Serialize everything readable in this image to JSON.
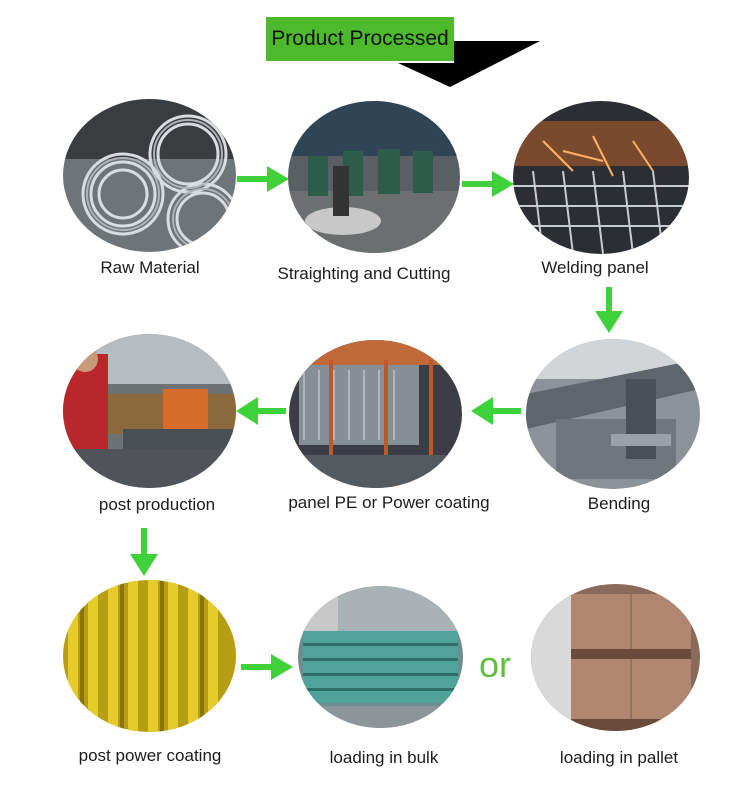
{
  "header": {
    "title": "Product  Processed"
  },
  "steps": [
    {
      "label": "Raw Material",
      "image": "galvanized-wire-coils"
    },
    {
      "label": "Straighting and Cutting",
      "image": "wire-straightening-machines"
    },
    {
      "label": "Welding panel",
      "image": "mesh-welding-sparks"
    },
    {
      "label": "Bending",
      "image": "press-brake-bending-machine"
    },
    {
      "label": "panel PE or Power coating",
      "image": "powder-coating-line"
    },
    {
      "label": "post production",
      "image": "post-roll-forming-line"
    },
    {
      "label": "post power coating",
      "image": "yellow-coated-posts"
    },
    {
      "label": "loading in bulk",
      "image": "green-panels-stacked"
    },
    {
      "label": "loading in pallet",
      "image": "palletized-cartons"
    }
  ],
  "connector": {
    "or_label": "or"
  },
  "colors": {
    "accent": "#4cba2c",
    "arrow": "#3fd13a",
    "pointer": "#000000"
  }
}
